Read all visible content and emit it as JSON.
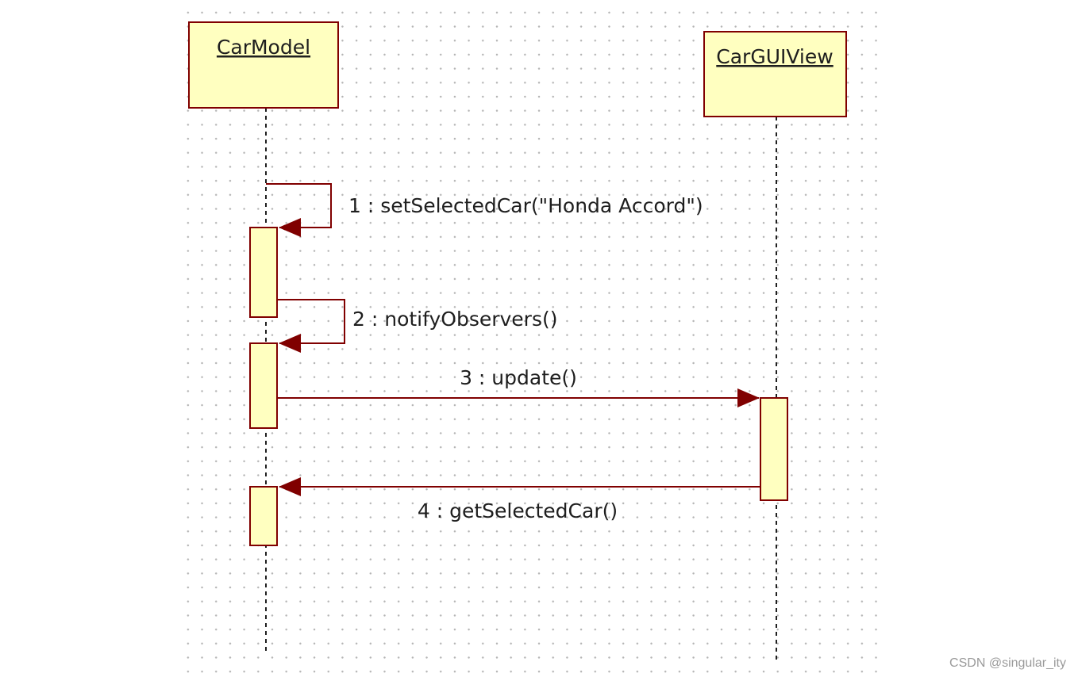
{
  "diagram": {
    "type": "uml-sequence",
    "lifelines": [
      {
        "id": "carmodel",
        "label": "CarModel"
      },
      {
        "id": "carguiview",
        "label": "CarGUIView"
      }
    ],
    "messages": [
      {
        "index": 1,
        "label": "1 : setSelectedCar(\"Honda Accord\")",
        "from": "CarModel",
        "to": "CarModel",
        "kind": "self-call"
      },
      {
        "index": 2,
        "label": "2 : notifyObservers()",
        "from": "CarModel",
        "to": "CarModel",
        "kind": "self-call"
      },
      {
        "index": 3,
        "label": "3 : update()",
        "from": "CarModel",
        "to": "CarGUIView",
        "kind": "call"
      },
      {
        "index": 4,
        "label": "4 : getSelectedCar()",
        "from": "CarGUIView",
        "to": "CarModel",
        "kind": "call"
      }
    ]
  },
  "colors": {
    "box_fill": "#ffffc0",
    "line": "#800000",
    "lifeline_dash": "#202020",
    "grid_dot": "#b4b4b4"
  },
  "watermark": "CSDN @singular_ity"
}
